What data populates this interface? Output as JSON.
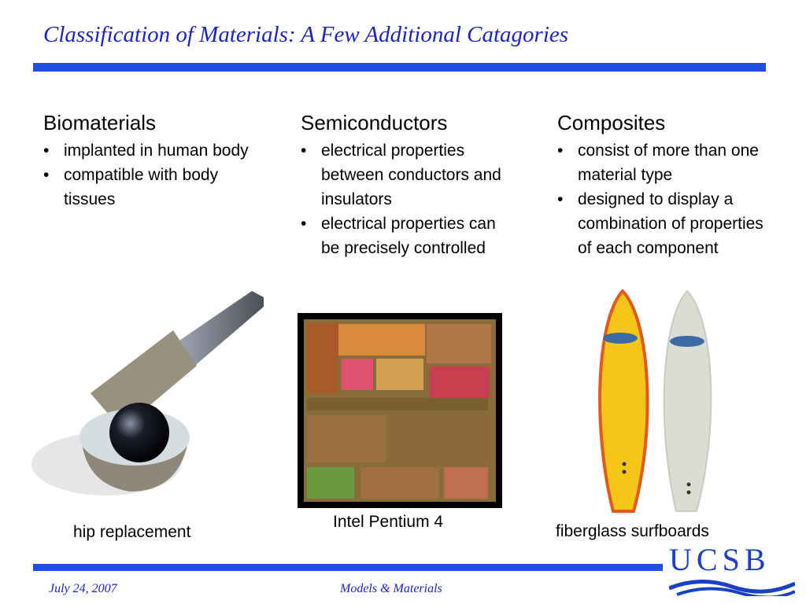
{
  "title": "Classification of Materials: A Few Additional Catagories",
  "columns": [
    {
      "heading": "Biomaterials",
      "bullets": [
        "implanted in human body",
        "compatible with body tissues"
      ],
      "caption": "hip replacement"
    },
    {
      "heading": "Semiconductors",
      "bullets": [
        "electrical properties between conductors and insulators",
        "electrical properties can be precisely controlled"
      ],
      "caption": "Intel Pentium 4"
    },
    {
      "heading": "Composites",
      "bullets": [
        "consist of more than one material type",
        "designed to display a combination of properties of each component"
      ],
      "caption": "fiberglass surfboards"
    }
  ],
  "footer": {
    "date": "July 24, 2007",
    "center": "Models & Materials"
  },
  "logo": {
    "text": "UCSB"
  },
  "colors": {
    "accent": "#1e4fe0",
    "title": "#1a24c8",
    "surfboard_yellow": "#f5c518",
    "surfboard_gray": "#d9ddd2"
  },
  "images": [
    "hip-replacement-photo",
    "pentium-4-die-photo",
    "surfboards-photo"
  ]
}
